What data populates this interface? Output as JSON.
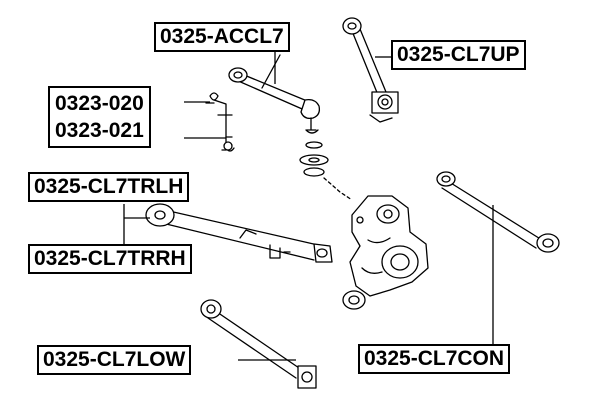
{
  "labels": {
    "accl7": "0325-ACCL7",
    "cl7up": "0325-CL7UP",
    "p020": "0323-020",
    "p021": "0323-021",
    "cl7trlh": "0325-CL7TRLH",
    "cl7trrh": "0325-CL7TRRH",
    "cl7low": "0325-CL7LOW",
    "cl7con": "0325-CL7CON"
  },
  "colors": {
    "line": "#000000",
    "fill": "#ffffff"
  }
}
